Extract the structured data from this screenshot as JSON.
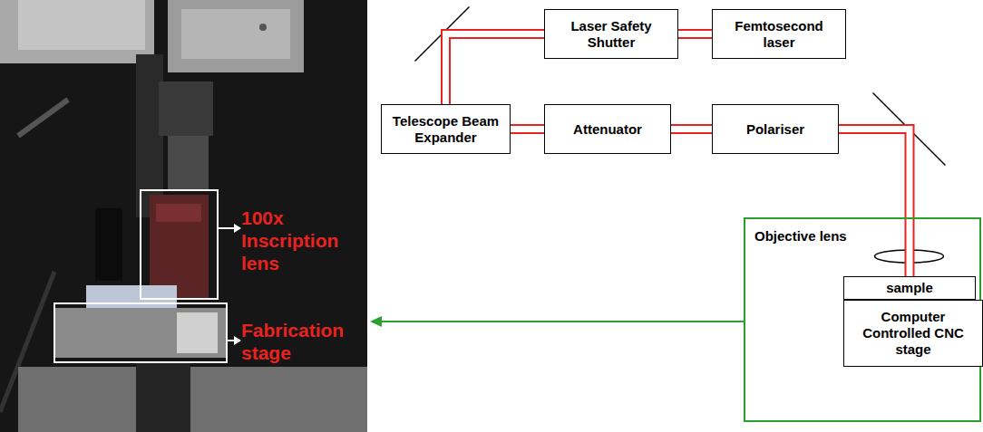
{
  "diagram": {
    "nodes": [
      {
        "text": [
          "Laser Safety Shutter"
        ]
      },
      {
        "text": [
          "Femtosecond laser"
        ]
      },
      {
        "text": [
          "Telescope Beam Expander"
        ]
      },
      {
        "text": [
          "Attenuator"
        ]
      },
      {
        "text": [
          "Polariser"
        ]
      },
      {
        "text": [
          "Objective lens"
        ]
      },
      {
        "text": [
          "sample"
        ],
        "in": 5
      },
      {
        "text": [
          "Computer Controlled CNC stage"
        ],
        "in": 5
      }
    ],
    "edges": [
      {
        "from": 1,
        "to": 0,
        "arrow": "none"
      },
      {
        "from": 0,
        "to": 2,
        "arrow": "none"
      },
      {
        "from": 2,
        "to": 3,
        "arrow": "none"
      },
      {
        "from": 3,
        "to": 4,
        "arrow": "none"
      },
      {
        "from": 4,
        "to": 6,
        "arrow": "none"
      }
    ],
    "labels": [
      "100x Inscription lens",
      "Fabrication stage"
    ]
  }
}
